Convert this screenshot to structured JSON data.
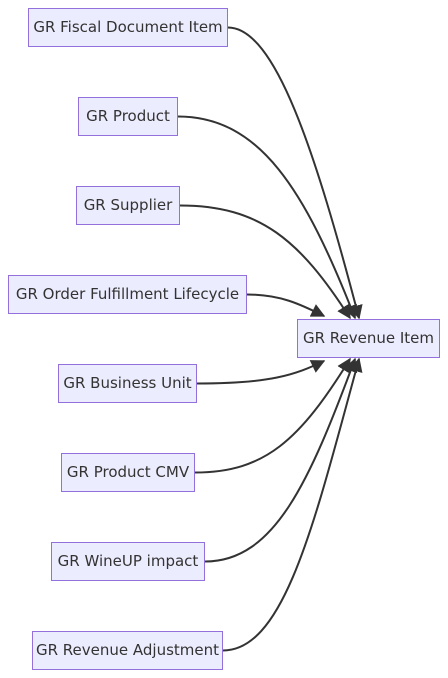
{
  "diagram": {
    "type": "flowchart",
    "direction": "LR",
    "nodes": {
      "fiscal_document_item": "GR Fiscal Document Item",
      "product": "GR Product",
      "supplier": "GR Supplier",
      "order_fulfillment_lifecycle": "GR Order Fulfillment Lifecycle",
      "business_unit": "GR Business Unit",
      "product_cmv": "GR Product CMV",
      "wineup_impact": "GR WineUP impact",
      "revenue_adjustment": "GR Revenue Adjustment",
      "revenue_item": "GR Revenue Item"
    },
    "edges": [
      {
        "from": "fiscal_document_item",
        "to": "revenue_item"
      },
      {
        "from": "product",
        "to": "revenue_item"
      },
      {
        "from": "supplier",
        "to": "revenue_item"
      },
      {
        "from": "order_fulfillment_lifecycle",
        "to": "revenue_item"
      },
      {
        "from": "business_unit",
        "to": "revenue_item"
      },
      {
        "from": "product_cmv",
        "to": "revenue_item"
      },
      {
        "from": "wineup_impact",
        "to": "revenue_item"
      },
      {
        "from": "revenue_adjustment",
        "to": "revenue_item"
      }
    ],
    "colors": {
      "node_fill": "#ECECFF",
      "node_border": "#9370DB",
      "edge": "#333333",
      "text": "#333333"
    }
  }
}
